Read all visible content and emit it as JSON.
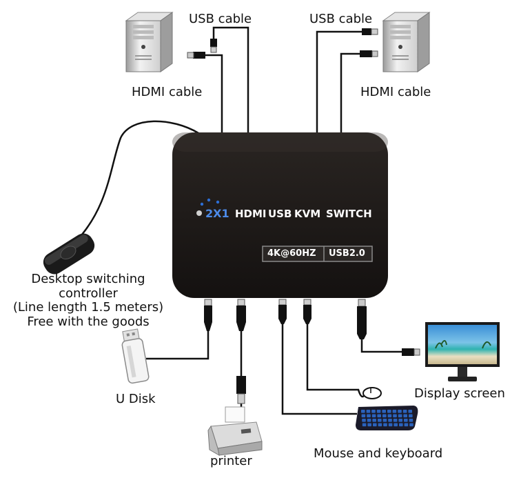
{
  "labels": {
    "usb_cable_left": "USB cable",
    "usb_cable_right": "USB cable",
    "hdmi_cable_left": "HDMI cable",
    "hdmi_cable_right": "HDMI cable",
    "controller_line1": "Desktop switching",
    "controller_line2": "controller",
    "controller_line3": "(Line length 1.5 meters)",
    "controller_line4": "Free with the goods",
    "u_disk": "U Disk",
    "printer": "printer",
    "mouse_keyboard": "Mouse and keyboard",
    "display_screen": "Display screen"
  },
  "device": {
    "mode": "2X1",
    "title_hdmi": "HDMI",
    "title_usb": "USB",
    "title_kvm": "KVM",
    "title_switch": "SWITCH",
    "spec_resolution": "4K@60HZ",
    "spec_usb": "USB2.0"
  },
  "colors": {
    "device_body": "#1b1715",
    "cable": "#111111",
    "led_blue": "#2d6fd6",
    "led_white": "#d0d0d0"
  }
}
